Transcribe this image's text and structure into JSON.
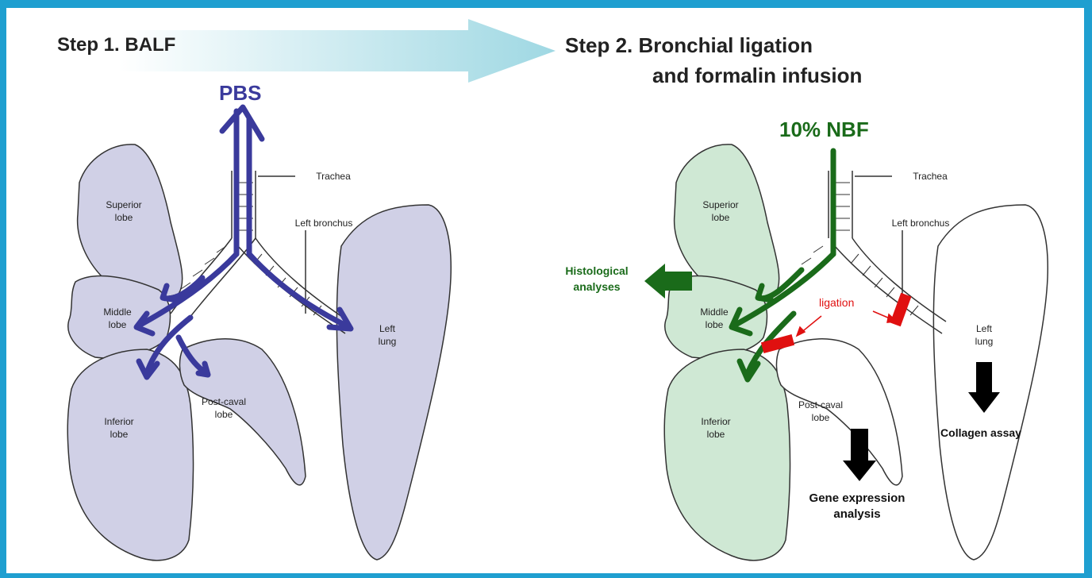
{
  "step1": {
    "title": "Step 1. BALF",
    "fluid": "PBS"
  },
  "step2": {
    "title_line1": "Step 2. Bronchial ligation",
    "title_line2": "and formalin infusion",
    "fluid": "10% NBF"
  },
  "lung_labels": {
    "trachea": "Trachea",
    "left_bronchus": "Left bronchus",
    "superior_1": "Superior",
    "superior_2": "lobe",
    "middle_1": "Middle",
    "middle_2": "lobe",
    "inferior_1": "Inferior",
    "inferior_2": "lobe",
    "postcaval_1": "Post-caval",
    "postcaval_2": "lobe",
    "left_1": "Left",
    "left_2": "lung"
  },
  "annotations": {
    "histology_1": "Histological",
    "histology_2": "analyses",
    "ligation": "ligation",
    "gene_1": "Gene expression",
    "gene_2": "analysis",
    "collagen": "Collagen assay"
  },
  "colors": {
    "frame": "#1f9fd0",
    "lung_fill_step1": "#d0d0e6",
    "lung_fill_step2": "#cfe8d4",
    "pbs_arrow": "#3a3a9c",
    "nbf_arrow": "#1a6b1a",
    "ligation": "#e01010",
    "process_arrow": "#9fd8e3"
  }
}
